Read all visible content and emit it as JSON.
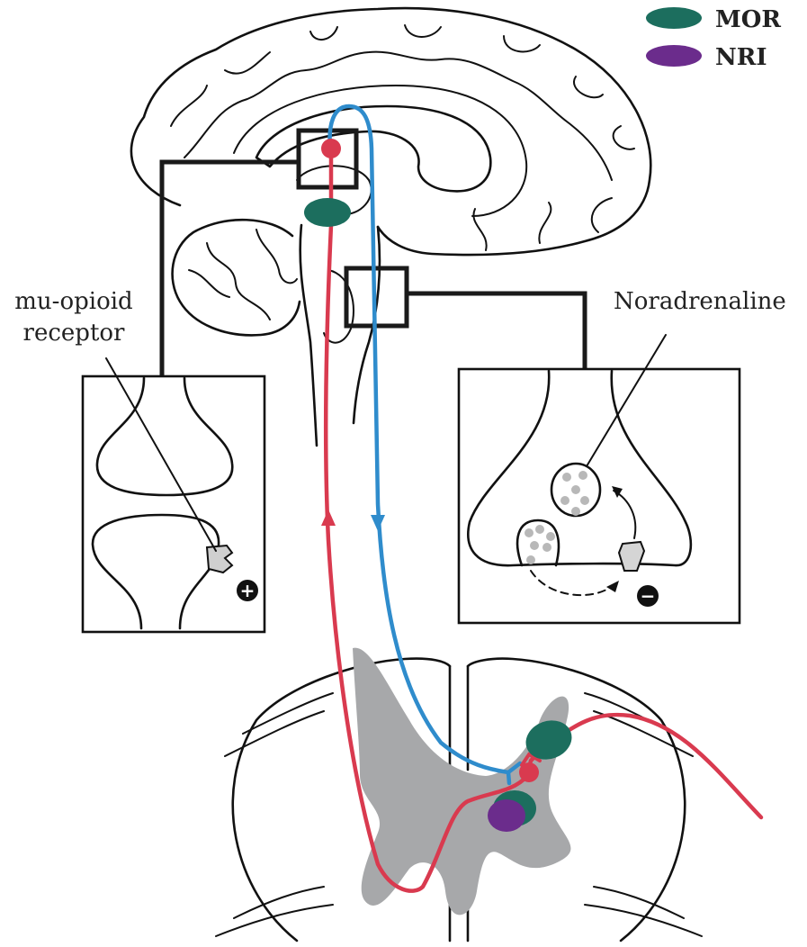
{
  "legend": {
    "items": [
      {
        "label": "MOR",
        "color": "#1c6e5e"
      },
      {
        "label": "NRI",
        "color": "#6b2c8c"
      }
    ]
  },
  "callouts": {
    "left_line1": "mu-opioid",
    "left_line2": "receptor",
    "right": "Noradrenaline"
  },
  "signs": {
    "plus": "+",
    "minus": "−"
  },
  "colors": {
    "ascending": "#d93a4f",
    "descending": "#2f8ccc",
    "grey_matter": "#a7a8aa",
    "vesicle_dots": "#b8b8b8"
  }
}
